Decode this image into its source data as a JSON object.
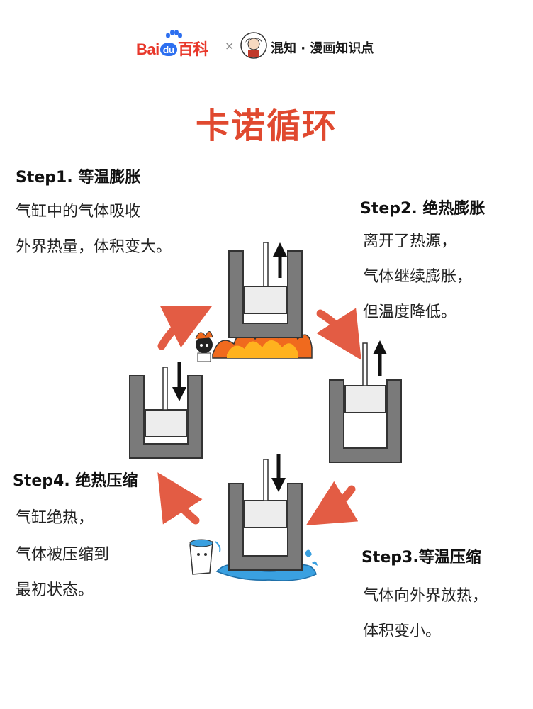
{
  "header": {
    "baidu_logo": {
      "prefix": "Bai",
      "badge": "du",
      "suffix": "百科"
    },
    "times": "×",
    "brand": "混知 · 漫画知识点",
    "avatar_label": "混知"
  },
  "title": "卡诺循环",
  "steps": [
    {
      "title": "Step1. 等温膨胀",
      "lines": [
        "气缸中的气体吸收",
        "外界热量，体积变大。"
      ]
    },
    {
      "title": "Step2. 绝热膨胀",
      "lines": [
        "离开了热源，",
        "气体继续膨胀，",
        "但温度降低。"
      ]
    },
    {
      "title": "Step3.等温压缩",
      "lines": [
        "气体向外界放热，",
        "体积变小。"
      ]
    },
    {
      "title": "Step4. 绝热压缩",
      "lines": [
        "气缸绝热，",
        "气体被压缩到",
        "最初状态。"
      ]
    }
  ],
  "icons": {
    "cylinders": [
      "cylinder-icon",
      "cylinder-icon",
      "cylinder-icon",
      "cylinder-icon"
    ],
    "flow": [
      "cycle-arrow-icon",
      "cycle-arrow-icon",
      "cycle-arrow-icon",
      "cycle-arrow-icon"
    ],
    "heat": "flame-icon",
    "cold": "water-splash-icon"
  },
  "colors": {
    "accent": "#e0492f",
    "cylinder": "#7a7a7a",
    "arrow": "#e2543a",
    "water": "#3aa0e0",
    "fire": "#f06a1e"
  }
}
